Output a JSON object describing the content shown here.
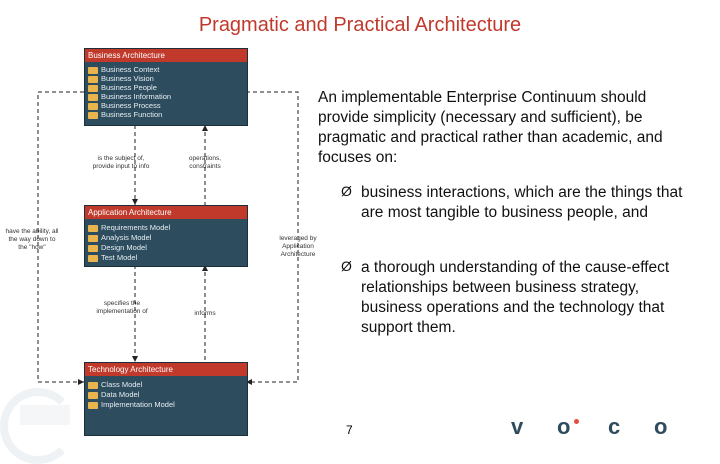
{
  "title": "Pragmatic and Practical Architecture",
  "business_box": {
    "header": "Business Architecture",
    "items": [
      "Business Context",
      "Business Vision",
      "Business People",
      "Business Information",
      "Business Process",
      "Business Function"
    ]
  },
  "application_box": {
    "header": "Application Architecture",
    "items": [
      "Requirements Model",
      "Analysis Model",
      "Design Model",
      "Test Model"
    ]
  },
  "technology_box": {
    "header": "Technology Architecture",
    "items": [
      "Class Model",
      "Data Model",
      "Implementation Model"
    ]
  },
  "notes": {
    "left_mid": "is the subject of, provide input to info",
    "right_mid": "operations, constraints",
    "far_left": "have the ability, all the way down to the \"how\"",
    "far_right": "leveraged by Application Architecture",
    "lower_left": "specifies the implementation of",
    "lower_right": "informs"
  },
  "intro": "An implementable Enterprise Continuum should  provide simplicity (necessary and sufficient), be pragmatic and practical rather than academic, and focuses on:",
  "bullets": [
    "business interactions, which are the things that are most tangible to business people, and",
    "a thorough understanding of the cause-effect relationships between business strategy, business operations and the technology that support them."
  ],
  "bullet_marker": "Ø",
  "page_number": "7",
  "logo_letters": [
    "v",
    "o",
    "c",
    "o"
  ],
  "colors": {
    "title": "#c0392b",
    "box_bg": "#2d4d5f",
    "box_header": "#c0392b",
    "folder": "#e9b44c",
    "logo": "#2d4d5f",
    "logo_dot": "#e74c3c"
  }
}
